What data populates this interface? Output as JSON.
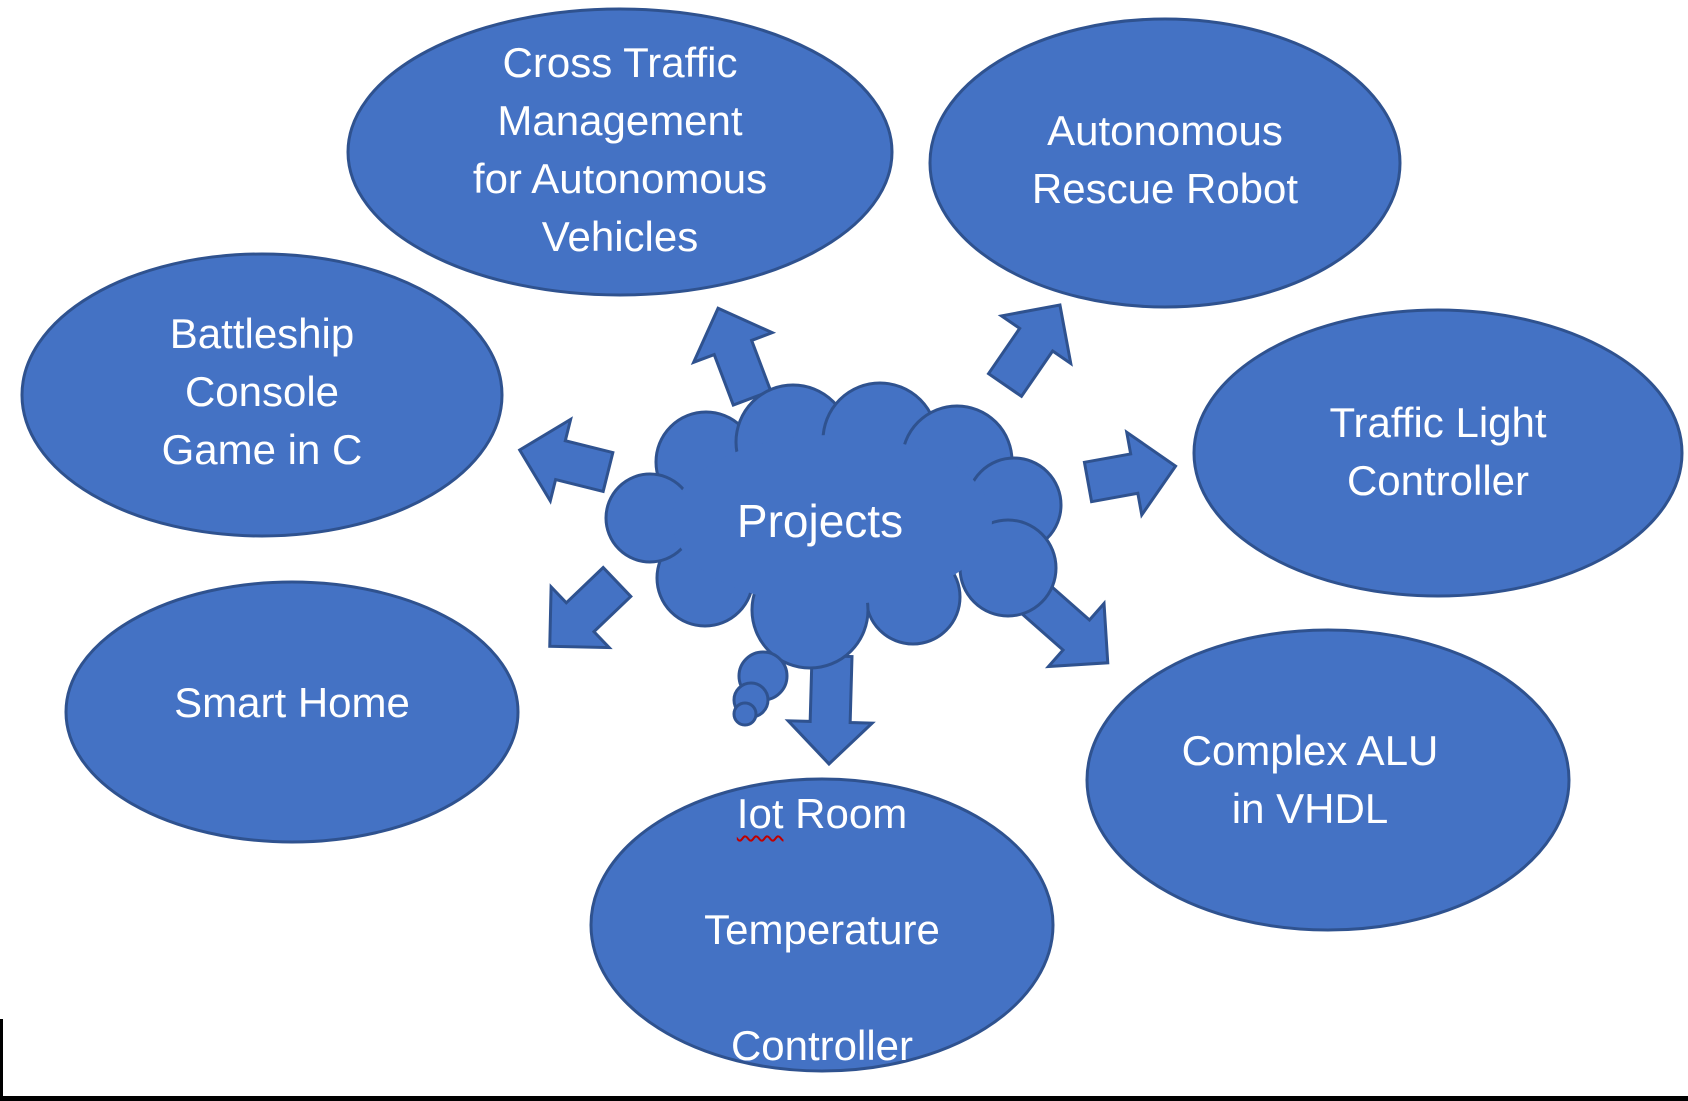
{
  "diagram": {
    "center": {
      "label": "Projects"
    },
    "nodes": [
      {
        "id": "cross-traffic-management",
        "label": "Cross Traffic\nManagement\nfor Autonomous\nVehicles"
      },
      {
        "id": "autonomous-rescue-robot",
        "label": "Autonomous\nRescue Robot"
      },
      {
        "id": "battleship-console-game",
        "label": "Battleship\nConsole\nGame in C"
      },
      {
        "id": "traffic-light-controller",
        "label": "Traffic Light\nController"
      },
      {
        "id": "smart-home",
        "label": "Smart Home"
      },
      {
        "id": "iot-room-temperature-controller",
        "line1_word": "Iot",
        "line1_rest": " Room",
        "line2": "Temperature",
        "line3": "Controller"
      },
      {
        "id": "complex-alu-vhdl",
        "label": "Complex ALU\nin VHDL"
      }
    ],
    "colors": {
      "fill": "#4472C4",
      "stroke": "#2F528F",
      "text": "#FFFFFF",
      "misspell_underline": "#C00000",
      "border": "#000000"
    }
  }
}
